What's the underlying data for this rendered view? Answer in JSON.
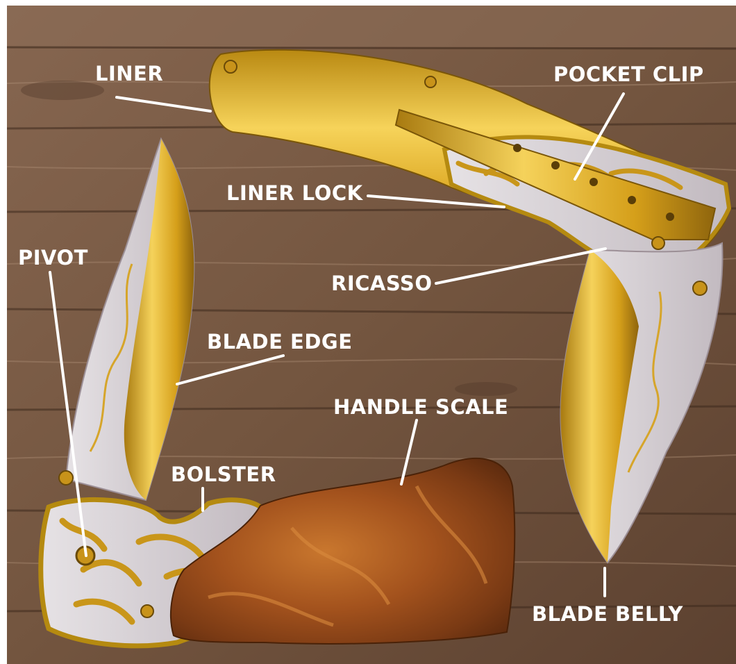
{
  "diagram": {
    "labels": {
      "liner": "LINER",
      "pocket_clip": "POCKET CLIP",
      "liner_lock": "LINER LOCK",
      "pivot": "PIVOT",
      "ricasso": "RICASSO",
      "blade_edge": "BLADE EDGE",
      "handle_scale": "HANDLE SCALE",
      "bolster": "BOLSTER",
      "blade_belly": "BLADE BELLY"
    }
  },
  "colors": {
    "wood_dark": "#5a3e2b",
    "wood_mid": "#7a5a42",
    "wood_light": "#9c7d63",
    "gold": "#d9a520",
    "gold_light": "#f3d060",
    "gold_dark": "#8a6410",
    "steel": "#cfc8cc",
    "amber": "#a0521c",
    "label_text": "#ffffff"
  }
}
